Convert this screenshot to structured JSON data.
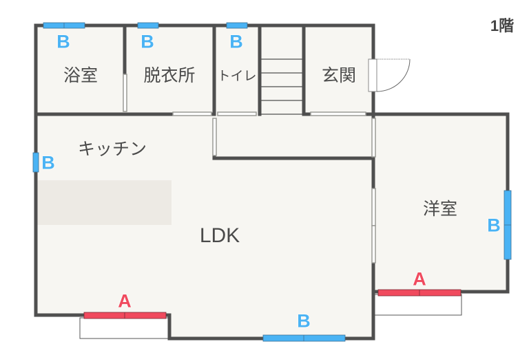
{
  "floor_label": "1階",
  "rooms": {
    "bathroom": "浴室",
    "dressing": "脱衣所",
    "toilet": "トイレ",
    "entrance": "玄関",
    "kitchen": "キッチン",
    "ldk": "LDK",
    "western_room": "洋室"
  },
  "window_types": {
    "A": "A",
    "B": "B"
  },
  "colors": {
    "wall": "#4f4f4f",
    "floor": "#f7f6f2",
    "counter": "#edeae4",
    "window_A": "#f04a5e",
    "window_B": "#4ab3f4",
    "door": "#ffffff"
  },
  "windows": [
    {
      "id": "bathroom-top",
      "type": "B"
    },
    {
      "id": "dressing-top",
      "type": "B"
    },
    {
      "id": "toilet-top",
      "type": "B"
    },
    {
      "id": "kitchen-left",
      "type": "B"
    },
    {
      "id": "ldk-bottom-left",
      "type": "A"
    },
    {
      "id": "ldk-bottom-right",
      "type": "B"
    },
    {
      "id": "western-right",
      "type": "B"
    },
    {
      "id": "western-bottom",
      "type": "A"
    }
  ]
}
